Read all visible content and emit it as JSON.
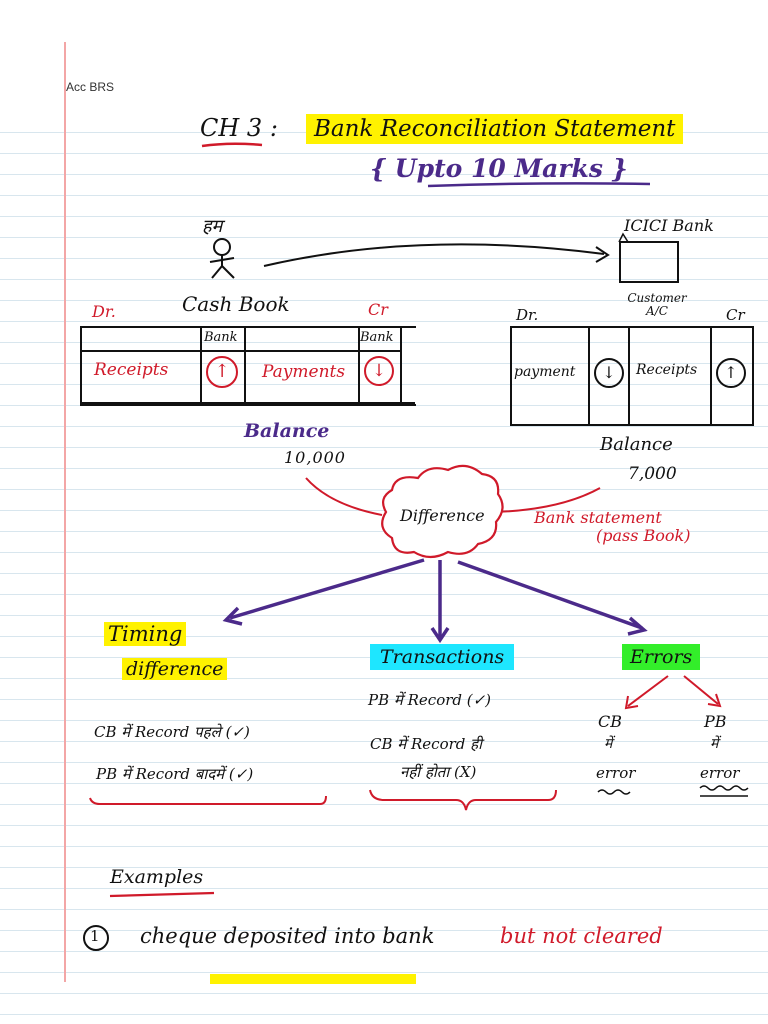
{
  "doc_label": "Acc BRS",
  "heading": {
    "chapter": "CH 3 :",
    "title": "Bank Reconciliation Statement",
    "marks": "{ Upto 10 Marks }"
  },
  "top_diagram": {
    "person_label": "हम",
    "bank_label": "ICICI Bank"
  },
  "cash_book": {
    "dr": "Dr.",
    "title": "Cash Book",
    "cr": "Cr",
    "bank_col_1": "Bank",
    "bank_col_2": "Bank",
    "receipts": "Receipts",
    "payments": "Payments",
    "balance_label": "Balance",
    "balance_value": "10,000"
  },
  "customer_ac": {
    "dr": "Dr.",
    "title": "Customer A/C",
    "cr": "Cr",
    "payment": "payment",
    "receipts": "Receipts",
    "balance_label": "Balance",
    "balance_value": "7,000"
  },
  "difference": {
    "label": "Difference",
    "bank_statement": "Bank statement",
    "pass_book": "(pass Book)"
  },
  "timing": {
    "title_1": "Timing",
    "title_2": "difference",
    "line_1": "CB में Record पहले (✓)",
    "line_2": "PB में Record बादमें (✓)"
  },
  "transactions": {
    "title": "Transactions",
    "line_1": "PB में Record (✓)",
    "line_2": "CB में Record ही",
    "line_3": "नहीं होता (X)"
  },
  "errors": {
    "title": "Errors",
    "cb": "CB",
    "cb_mein": "में",
    "cb_error": "error",
    "pb": "PB",
    "pb_mein": "में",
    "pb_error": "error"
  },
  "examples": {
    "title": "Examples",
    "number": "1",
    "line_black": "cheque deposited into bank",
    "line_red": "but not cleared"
  },
  "colors": {
    "highlight_yellow": "#fff200",
    "highlight_cyan": "#1ee6ff",
    "highlight_green": "#33ee2a",
    "ink_red": "#d01a2a",
    "ink_purple": "#4b2a8a"
  }
}
